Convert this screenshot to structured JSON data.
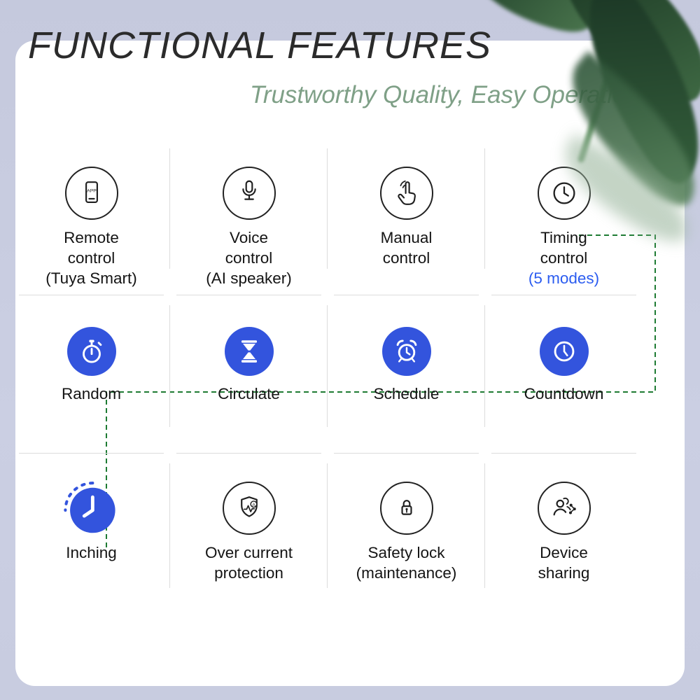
{
  "header": {
    "title": "FUNCTIONAL FEATURES",
    "subtitle": "Trustworthy Quality, Easy Operation"
  },
  "colors": {
    "accent_blue": "#3354dd",
    "note_blue": "#2b5cf0",
    "dashed_line_green": "#1e7b33",
    "subtitle_green": "#7fa087",
    "divider_gray": "#dcdcdc",
    "background_lavender": "#c8cce0"
  },
  "features": [
    {
      "label": "Remote\ncontrol",
      "note": "(Tuya Smart)",
      "icon": "smartphone-app-icon",
      "icon_text": "APP",
      "icon_style": "outline"
    },
    {
      "label": "Voice\ncontrol",
      "note": "(AI speaker)",
      "icon": "microphone-icon",
      "icon_style": "outline"
    },
    {
      "label": "Manual\ncontrol",
      "note": "",
      "icon": "hand-touch-icon",
      "icon_style": "outline"
    },
    {
      "label": "Timing\ncontrol",
      "note": "(5 modes)",
      "icon": "clock-icon",
      "icon_style": "outline"
    },
    {
      "label": "Random",
      "icon": "stopwatch-icon",
      "icon_style": "filled"
    },
    {
      "label": "Circulate",
      "icon": "hourglass-icon",
      "icon_style": "filled"
    },
    {
      "label": "Schedule",
      "icon": "alarm-clock-icon",
      "icon_style": "filled"
    },
    {
      "label": "Countdown",
      "icon": "clock-icon",
      "icon_style": "filled"
    },
    {
      "label": "Inching",
      "icon": "inching-clock-icon",
      "icon_style": "filled-dashed"
    },
    {
      "label": "Over current\nprotection",
      "icon": "shield-wave-icon",
      "icon_text": "A",
      "icon_style": "outline"
    },
    {
      "label": "Safety lock\n(maintenance)",
      "icon": "padlock-icon",
      "icon_style": "outline"
    },
    {
      "label": "Device\nsharing",
      "icon": "people-share-icon",
      "icon_style": "outline"
    }
  ]
}
